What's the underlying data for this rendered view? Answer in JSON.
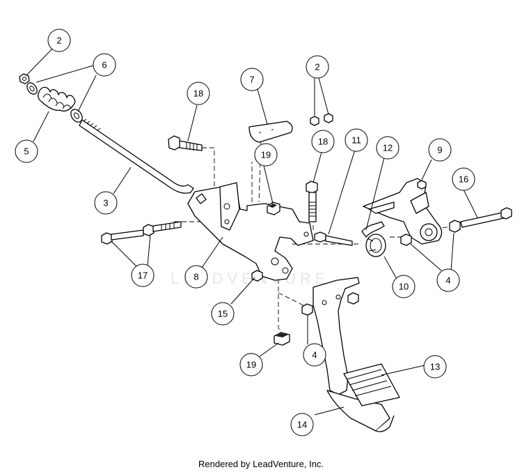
{
  "watermark": "LEADVENTURE",
  "footer": "Rendered by LeadVenture, Inc.",
  "callouts": [
    {
      "id": "c2a",
      "label": "2"
    },
    {
      "id": "c6",
      "label": "6"
    },
    {
      "id": "c5",
      "label": "5"
    },
    {
      "id": "c3",
      "label": "3"
    },
    {
      "id": "c18a",
      "label": "18"
    },
    {
      "id": "c7",
      "label": "7"
    },
    {
      "id": "c2b",
      "label": "2"
    },
    {
      "id": "c19a",
      "label": "19"
    },
    {
      "id": "c18b",
      "label": "18"
    },
    {
      "id": "c11",
      "label": "11"
    },
    {
      "id": "c12",
      "label": "12"
    },
    {
      "id": "c9",
      "label": "9"
    },
    {
      "id": "c16",
      "label": "16"
    },
    {
      "id": "c17",
      "label": "17"
    },
    {
      "id": "c8",
      "label": "8"
    },
    {
      "id": "c10",
      "label": "10"
    },
    {
      "id": "c4a",
      "label": "4"
    },
    {
      "id": "c15",
      "label": "15"
    },
    {
      "id": "c4b",
      "label": "4"
    },
    {
      "id": "c19b",
      "label": "19"
    },
    {
      "id": "c13",
      "label": "13"
    },
    {
      "id": "c14",
      "label": "14"
    }
  ]
}
